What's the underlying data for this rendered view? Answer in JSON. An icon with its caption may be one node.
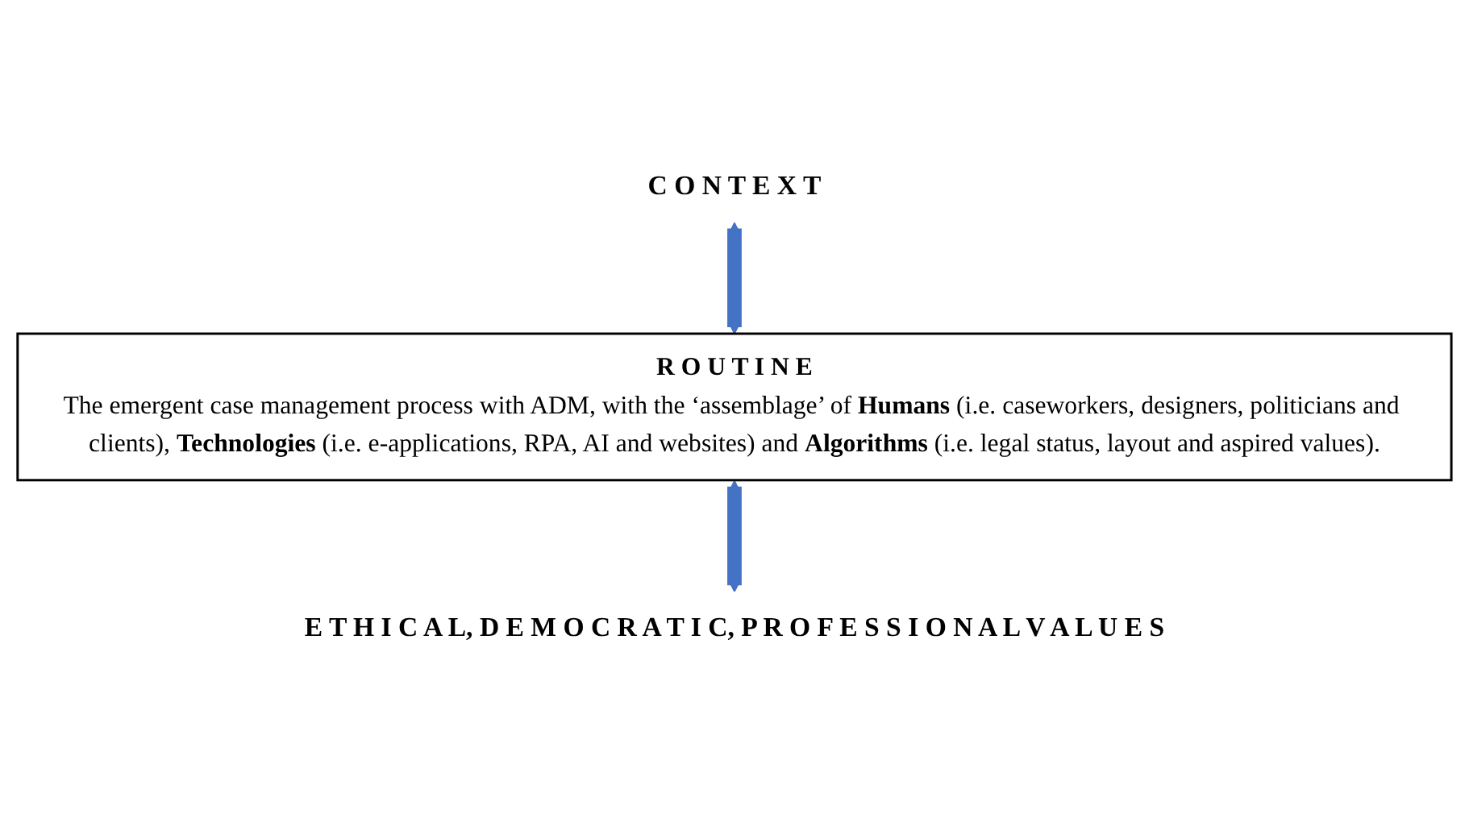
{
  "diagram": {
    "nodes": [
      {
        "text": [
          "C O N T E X T"
        ]
      },
      {
        "text": [
          "R O U T I N E",
          "The emergent case management process with ADM, with the ‘assemblage’ of **Humans** (i.e. caseworkers, designers, politicians and clients), **Technologies** (i.e. e-applications, RPA, AI and websites) and **Algorithms** (i.e. legal status, layout and aspired values)."
        ]
      },
      {
        "text": [
          "E T H I C A L, D E M O C R A T I C, P R O F E S S I O N A L V A L U E S"
        ]
      }
    ],
    "edges": [
      {
        "from": 0,
        "to": 1,
        "arrow": "both"
      },
      {
        "from": 1,
        "to": 2,
        "arrow": "both"
      }
    ]
  }
}
